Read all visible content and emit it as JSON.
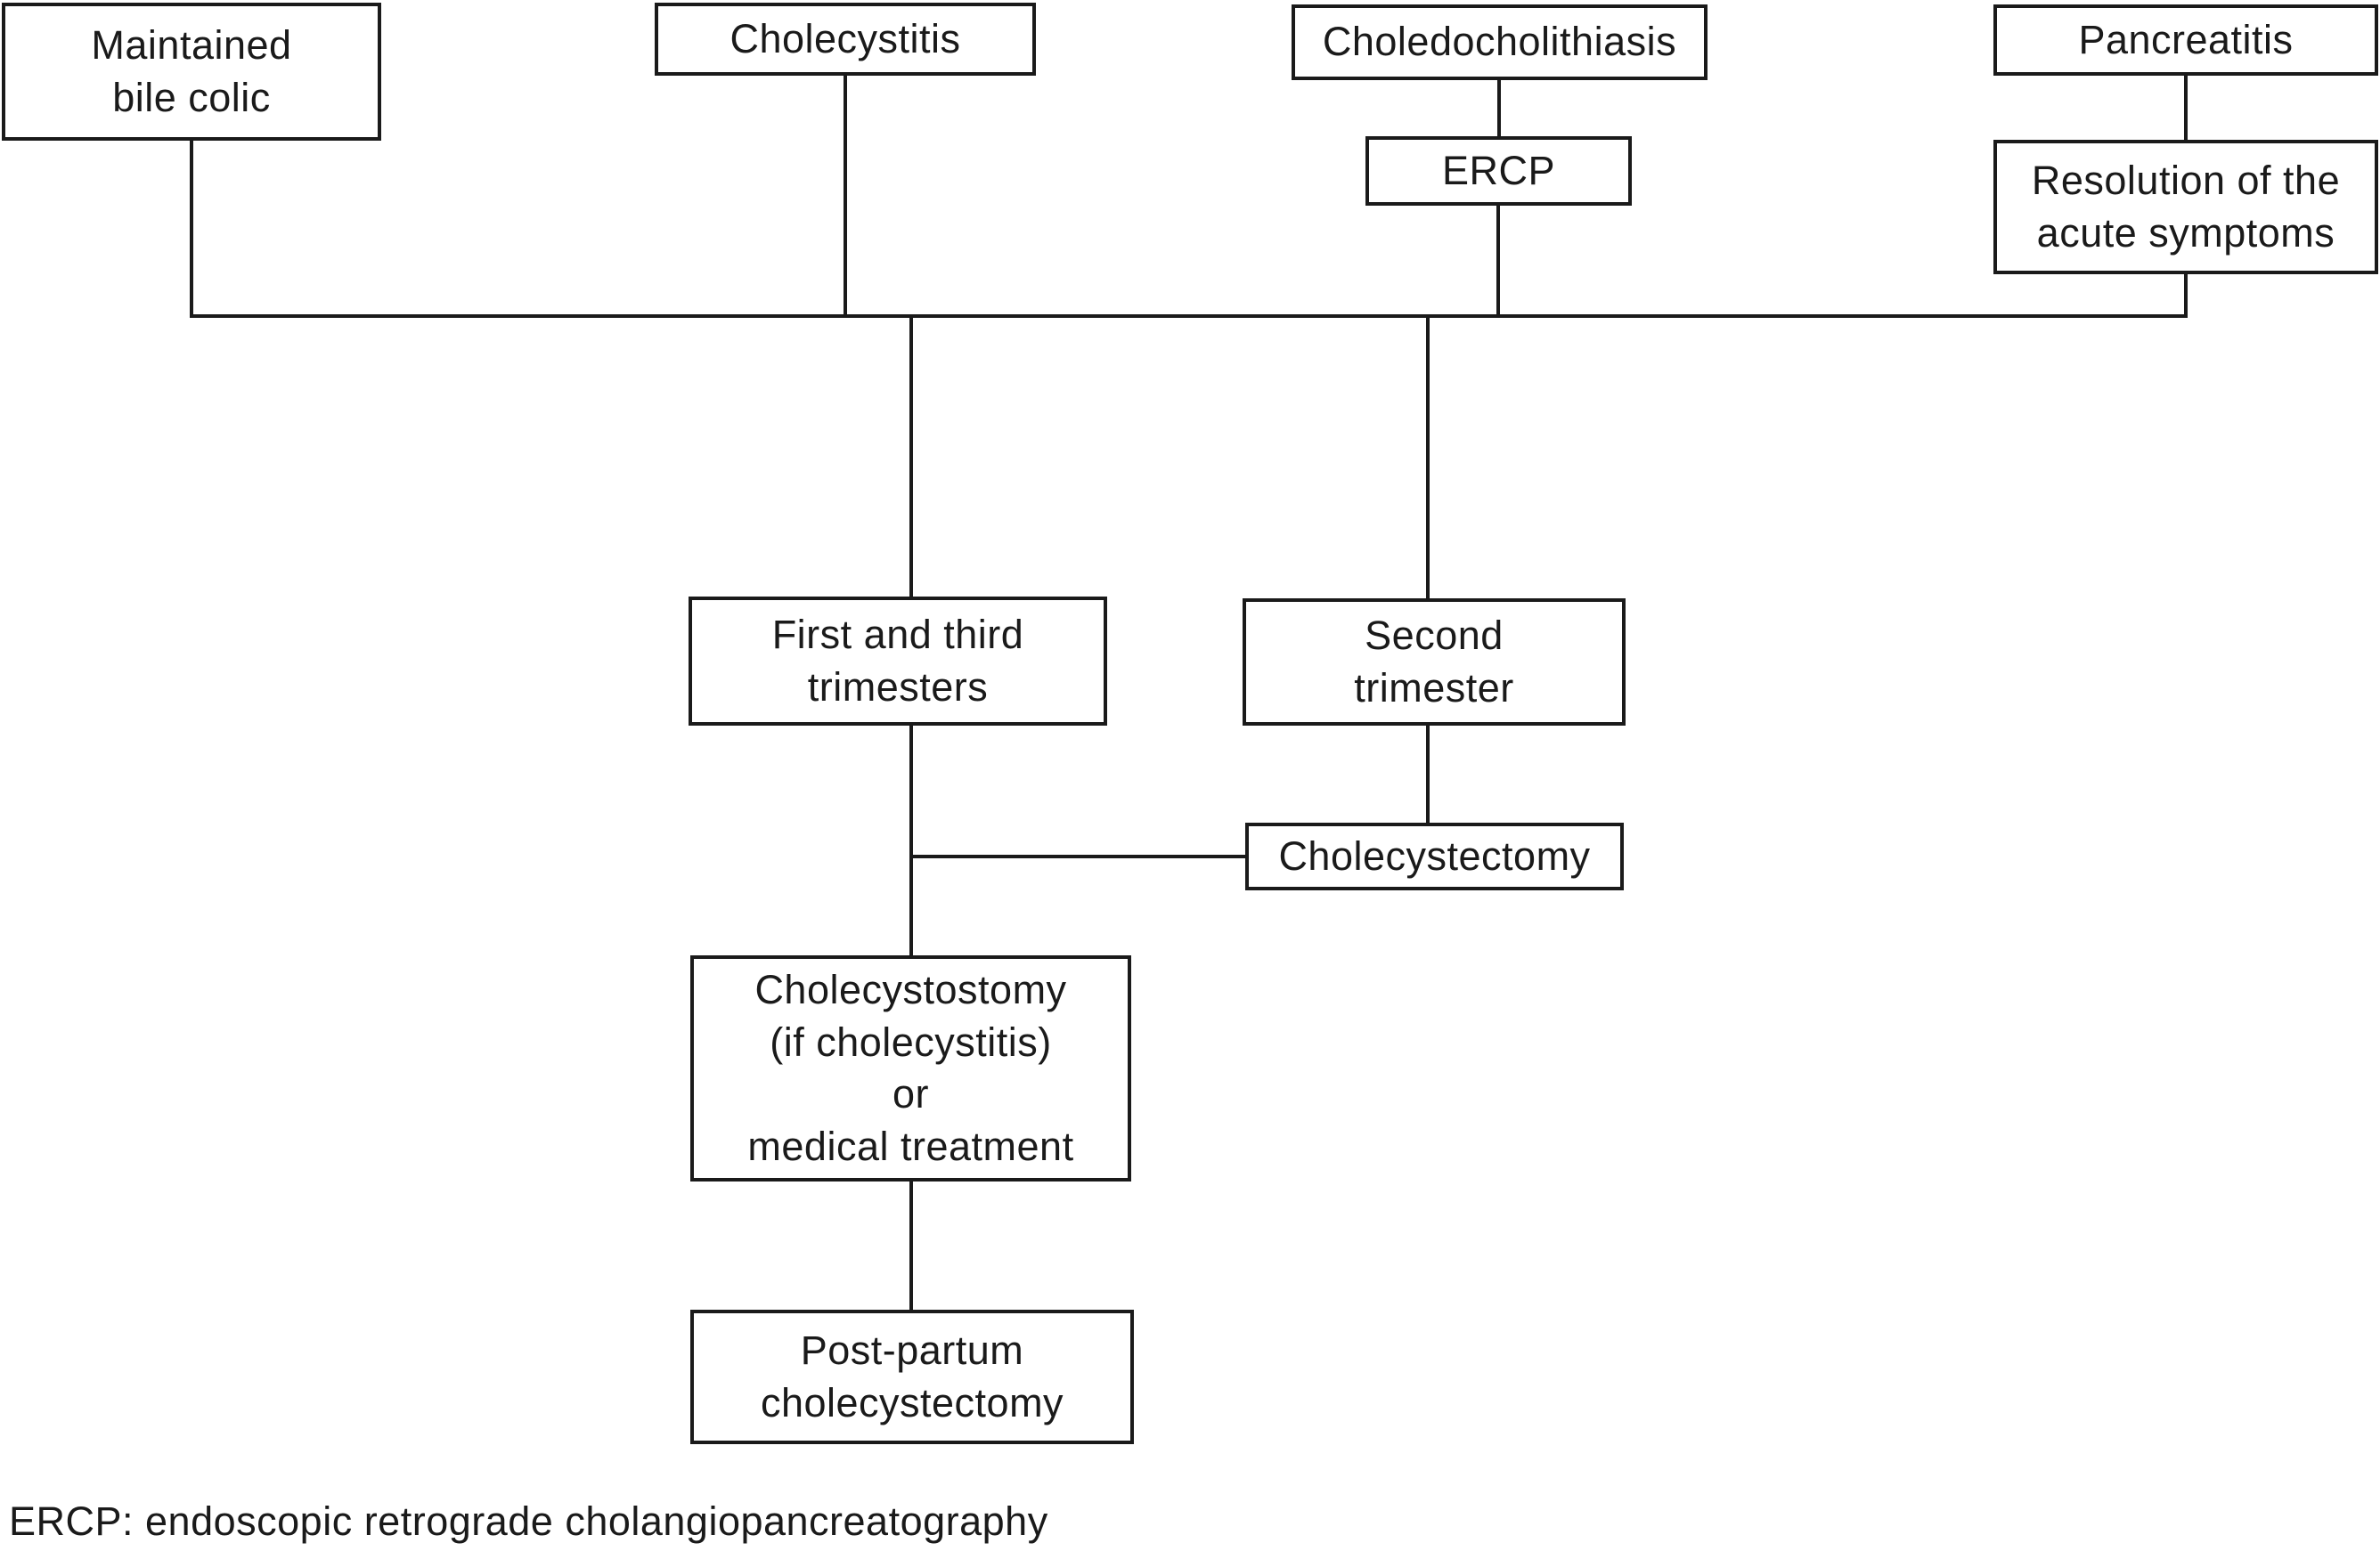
{
  "diagram": {
    "title_implied": "Management of biliary disease during pregnancy",
    "background_color": "#ffffff",
    "line_color": "#1a1a1a",
    "nodes": {
      "maintained_bile_colic": {
        "label": "Maintained\nbile colic"
      },
      "cholecystitis": {
        "label": "Cholecystitis"
      },
      "choledocholithiasis": {
        "label": "Choledocholithiasis"
      },
      "pancreatitis": {
        "label": "Pancreatitis"
      },
      "ercp": {
        "label": "ERCP"
      },
      "resolution_acute_symptoms": {
        "label": "Resolution of the\nacute symptoms"
      },
      "first_third_trimesters": {
        "label": "First and third\ntrimesters"
      },
      "second_trimester": {
        "label": "Second\ntrimester"
      },
      "cholecystectomy": {
        "label": "Cholecystectomy"
      },
      "cholecystostomy_or_medical": {
        "label": "Cholecystostomy\n(if cholecystitis)\nor\nmedical treatment"
      },
      "postpartum_cholecystectomy": {
        "label": "Post-partum\ncholecystectomy"
      }
    },
    "footnote": "ERCP: endoscopic retrograde cholangiopancreatography"
  }
}
